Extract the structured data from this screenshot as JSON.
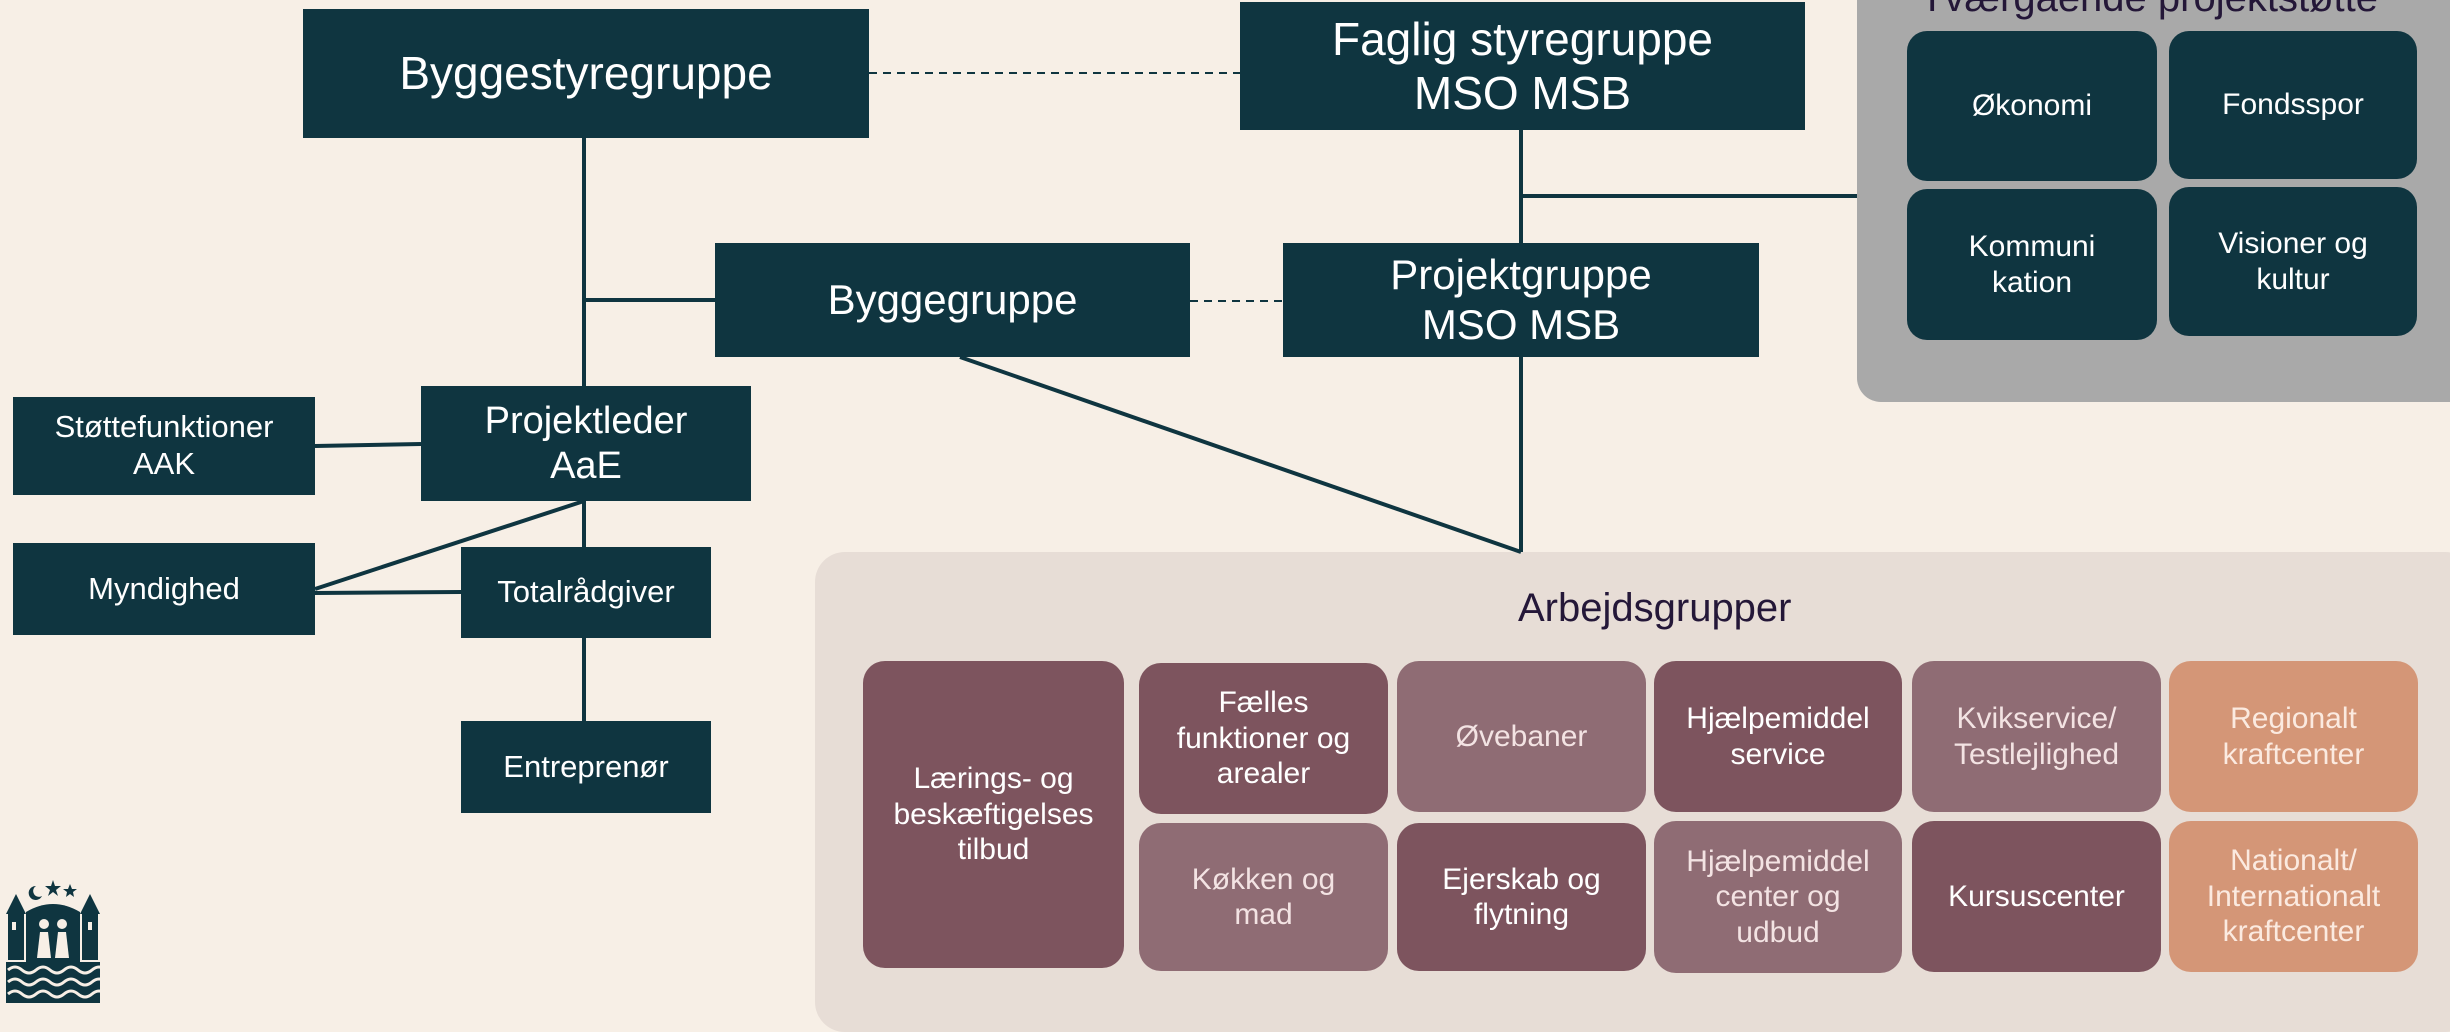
{
  "colors": {
    "background": "#f7efe6",
    "node_dark": "#0f3540",
    "workgroup_dark": "#7d545e",
    "workgroup_mid": "#8f6c74",
    "workgroup_orange": "#d49677",
    "support_panel": "#a9a9a9",
    "work_panel": "#e7ddd6"
  },
  "nodes": {
    "byggestyregruppe": "Byggestyregruppe",
    "faglig_line1": "Faglig styregruppe",
    "faglig_line2": "MSO MSB",
    "byggegruppe": "Byggegruppe",
    "projektgruppe_line1": "Projektgruppe",
    "projektgruppe_line2": "MSO MSB",
    "projektleder_line1": "Projektleder",
    "projektleder_line2": "AaE",
    "stottefunktioner_line1": "Støttefunktioner",
    "stottefunktioner_line2": "AAK",
    "myndighed": "Myndighed",
    "totalradgiver": "Totalrådgiver",
    "entreprenor": "Entreprenør"
  },
  "support_panel": {
    "title": "Tværgående projektstøtte",
    "tiles": {
      "okonomi": "Økonomi",
      "fondsspor": "Fondsspor",
      "kommunikation_line1": "Kommuni",
      "kommunikation_line2": "kation",
      "visioner_line1": "Visioner og",
      "visioner_line2": "kultur"
    }
  },
  "work_panel": {
    "title": "Arbejdsgrupper",
    "tiles": {
      "laerings_line1": "Lærings- og",
      "laerings_line2": "beskæftigelses",
      "laerings_line3": "tilbud",
      "faelles_line1": "Fælles",
      "faelles_line2": "funktioner og",
      "faelles_line3": "arealer",
      "ovebaner": "Øvebaner",
      "hjaelpemiddel_service_line1": "Hjælpemiddel",
      "hjaelpemiddel_service_line2": "service",
      "kvikservice_line1": "Kvikservice/",
      "kvikservice_line2": "Testlejlighed",
      "regionalt_line1": "Regionalt",
      "regionalt_line2": "kraftcenter",
      "kokken_line1": "Køkken og",
      "kokken_line2": "mad",
      "ejerskab_line1": "Ejerskab og",
      "ejerskab_line2": "flytning",
      "hjaelpemiddel_center_line1": "Hjælpemiddel",
      "hjaelpemiddel_center_line2": "center og",
      "hjaelpemiddel_center_line3": "udbud",
      "kursuscenter": "Kursuscenter",
      "nationalt_line1": "Nationalt/",
      "nationalt_line2": "Internationalt",
      "nationalt_line3": "kraftcenter"
    }
  },
  "logo_icon": "city-coat-of-arms-icon"
}
